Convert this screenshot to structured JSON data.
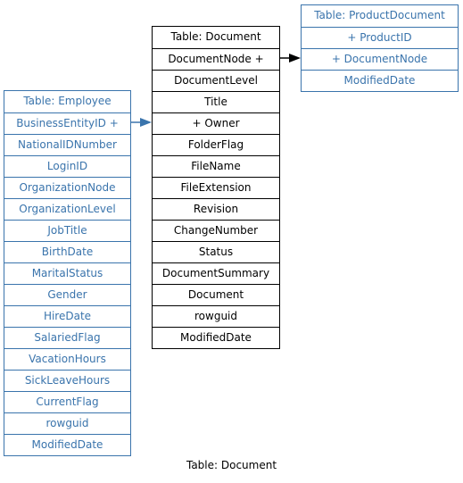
{
  "tables": {
    "employee": {
      "title": "Table: Employee",
      "rows": [
        "BusinessEntityID +",
        "NationalIDNumber",
        "LoginID",
        "OrganizationNode",
        "OrganizationLevel",
        "JobTitle",
        "BirthDate",
        "MaritalStatus",
        "Gender",
        "HireDate",
        "SalariedFlag",
        "VacationHours",
        "SickLeaveHours",
        "CurrentFlag",
        "rowguid",
        "ModifiedDate"
      ],
      "color": "#3a74ac"
    },
    "document": {
      "title": "Table: Document",
      "rows": [
        "DocumentNode +",
        "DocumentLevel",
        "Title",
        "+ Owner",
        "FolderFlag",
        "FileName",
        "FileExtension",
        "Revision",
        "ChangeNumber",
        "Status",
        "DocumentSummary",
        "Document",
        "rowguid",
        "ModifiedDate"
      ],
      "color": "#000000"
    },
    "productdocument": {
      "title": "Table: ProductDocument",
      "rows": [
        "+ ProductID",
        "+ DocumentNode",
        "ModifiedDate"
      ],
      "color": "#3a74ac"
    }
  },
  "relationships": [
    {
      "from": "Employee.BusinessEntityID",
      "to": "Document.Owner",
      "color": "#3a74ac"
    },
    {
      "from": "Document.DocumentNode",
      "to": "ProductDocument.DocumentNode",
      "color": "#000000"
    }
  ],
  "caption": "Table: Document"
}
